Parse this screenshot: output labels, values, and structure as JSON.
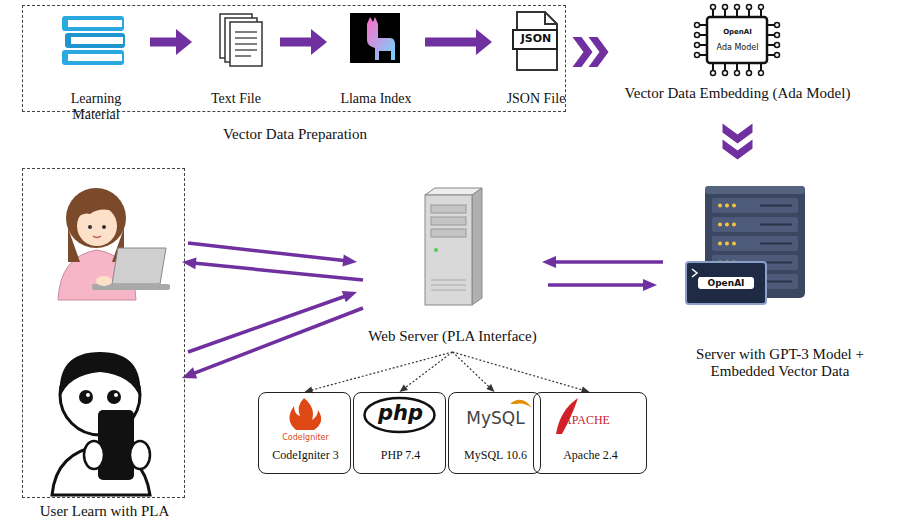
{
  "diagram": {
    "nodes": [
      {
        "text": [
          "Vector Data Preparation"
        ]
      },
      {
        "text": [
          "Learning Material"
        ],
        "in": 0
      },
      {
        "text": [
          "Text File"
        ],
        "in": 0
      },
      {
        "text": [
          "Llama Index"
        ],
        "in": 0
      },
      {
        "text": [
          "JSON",
          "JSON File"
        ],
        "in": 0
      },
      {
        "text": [
          "OpenAI",
          "Ada Model",
          "Vector Data Embedding (Ada Model)"
        ]
      },
      {
        "text": [
          "OpenAI",
          "Server with GPT-3 Model + Embedded Vector Data"
        ]
      },
      {
        "text": [
          "User Learn with PLA"
        ]
      },
      {
        "text": [
          "Web Server (PLA Interface)"
        ]
      },
      {
        "text": [
          "CodeIgniter",
          "CodeIgniter 3"
        ]
      },
      {
        "text": [
          "php",
          "PHP 7.4"
        ]
      },
      {
        "text": [
          "MySQL",
          "MySQL 10.6"
        ]
      },
      {
        "text": [
          "APACHE",
          "Apache 2.4"
        ]
      }
    ],
    "edges": [
      {
        "from": 1,
        "to": 2,
        "arrow": "to"
      },
      {
        "from": 2,
        "to": 3,
        "arrow": "to"
      },
      {
        "from": 3,
        "to": 4,
        "arrow": "to"
      },
      {
        "from": 0,
        "to": 5,
        "arrow": "to"
      },
      {
        "from": 5,
        "to": 6,
        "arrow": "to"
      },
      {
        "from": 7,
        "to": 8,
        "arrow": "to"
      },
      {
        "from": 8,
        "to": 7,
        "arrow": "to"
      },
      {
        "from": 7,
        "to": 8,
        "arrow": "to"
      },
      {
        "from": 8,
        "to": 7,
        "arrow": "to"
      },
      {
        "from": 6,
        "to": 8,
        "arrow": "to"
      },
      {
        "from": 8,
        "to": 6,
        "arrow": "to"
      },
      {
        "from": 8,
        "to": 9,
        "arrow": "to"
      },
      {
        "from": 8,
        "to": 10,
        "arrow": "to"
      },
      {
        "from": 8,
        "to": 11,
        "arrow": "to"
      },
      {
        "from": 8,
        "to": 12,
        "arrow": "to"
      }
    ]
  }
}
